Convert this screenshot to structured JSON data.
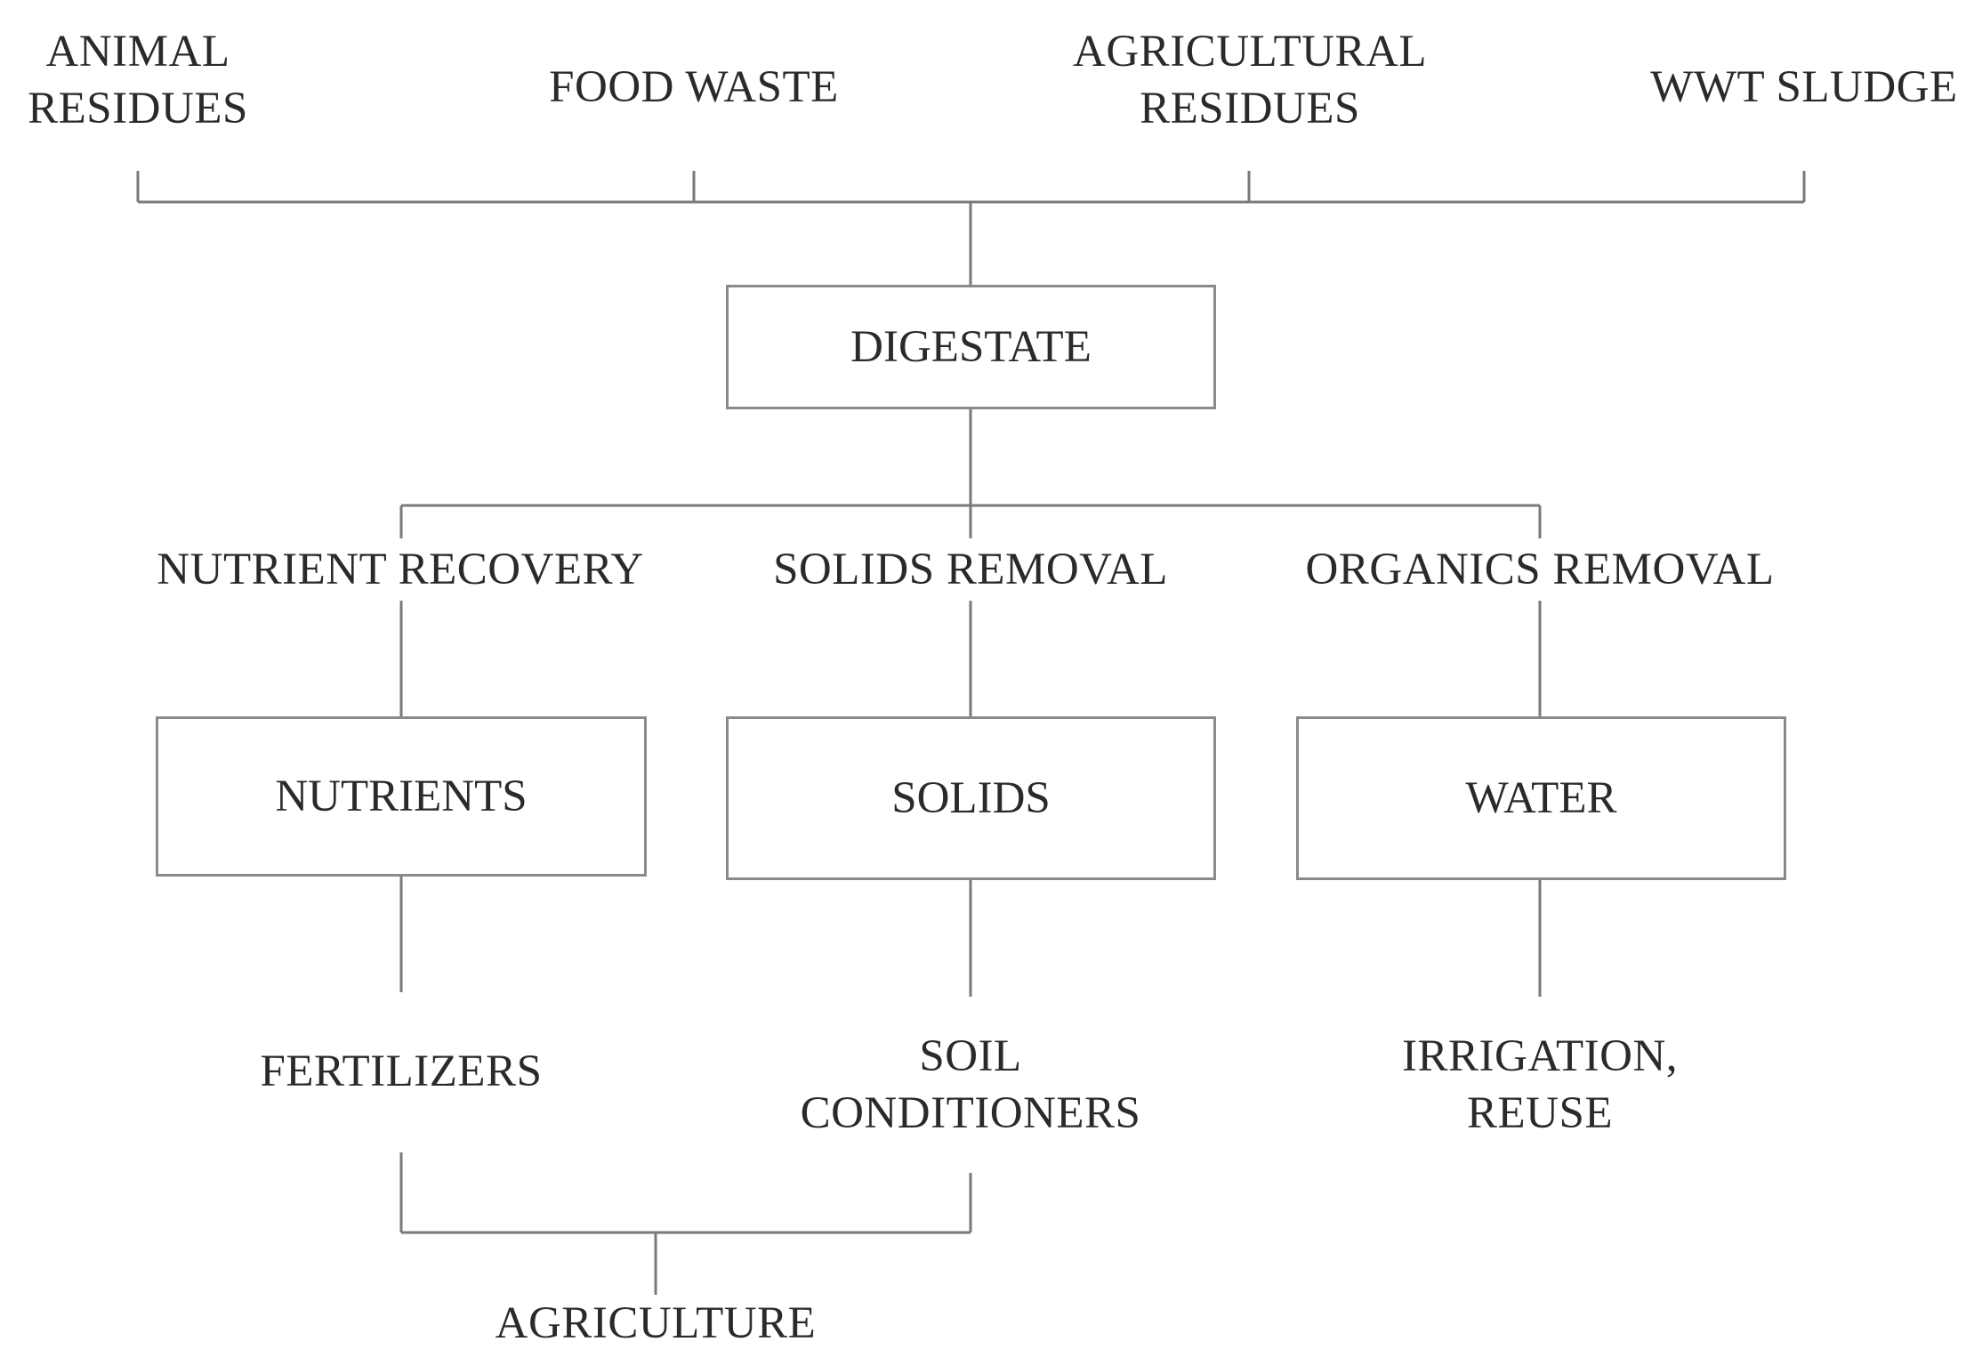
{
  "sources": {
    "animal_residues": [
      "ANIMAL",
      "RESIDUES"
    ],
    "food_waste": "FOOD WASTE",
    "agricultural_residues": [
      "AGRICULTURAL",
      "RESIDUES"
    ],
    "wwt_sludge": "WWT SLUDGE"
  },
  "digestate": "DIGESTATE",
  "processes": {
    "nutrient_recovery": "NUTRIENT RECOVERY",
    "solids_removal": "SOLIDS REMOVAL",
    "organics_removal": "ORGANICS REMOVAL"
  },
  "products": {
    "nutrients": "NUTRIENTS",
    "solids": "SOLIDS",
    "water": "WATER"
  },
  "uses": {
    "fertilizers": "FERTILIZERS",
    "soil_conditioners": [
      "SOIL",
      "CONDITIONERS"
    ],
    "irrigation_reuse": [
      "IRRIGATION,",
      "REUSE"
    ]
  },
  "agriculture": "AGRICULTURE"
}
